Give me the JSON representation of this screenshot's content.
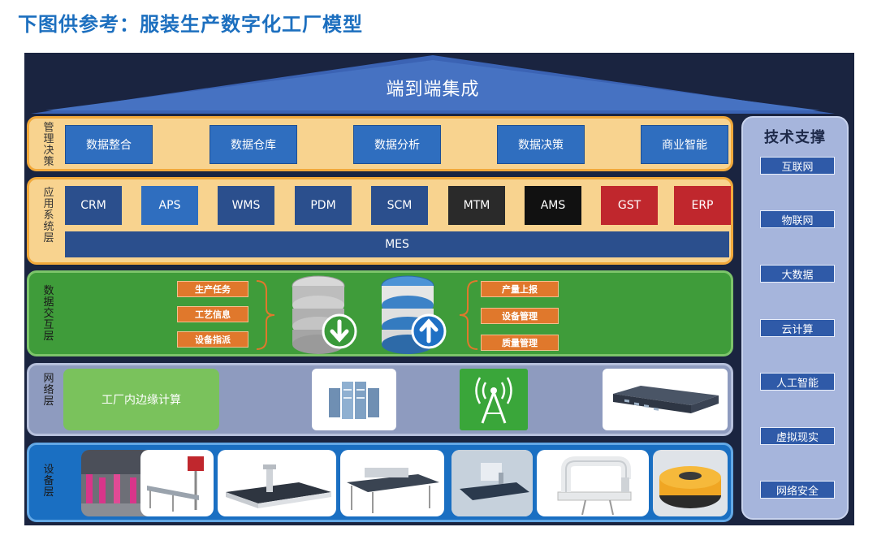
{
  "title": "下图供参考：服装生产数字化工厂模型",
  "roof": {
    "label": "端到端集成"
  },
  "layers": {
    "management": {
      "label": "管理决策",
      "items": [
        "数据整合",
        "数据仓库",
        "数据分析",
        "数据决策",
        "商业智能"
      ]
    },
    "application": {
      "label": "应用系统层",
      "items": [
        "CRM",
        "APS",
        "WMS",
        "PDM",
        "SCM",
        "MTM",
        "AMS",
        "GST",
        "ERP"
      ],
      "mes": "MES"
    },
    "data_exchange": {
      "label": "数据交互层",
      "left_tags": [
        "生产任务",
        "工艺信息",
        "设备指派"
      ],
      "right_tags": [
        "产量上报",
        "设备管理",
        "质量管理"
      ]
    },
    "network": {
      "label": "网络层",
      "edge": "工厂内边缘计算"
    },
    "device": {
      "label": "设备层"
    }
  },
  "tech_support": {
    "title": "技术支撑",
    "items": [
      "互联网",
      "物联网",
      "大数据",
      "云计算",
      "人工智能",
      "虚拟现实",
      "网络安全"
    ]
  },
  "colors": {
    "title_blue": "#1c6fbf",
    "panel": "#1a2440",
    "orange_layer": "#f8d38f",
    "green_layer": "#3f9c3a",
    "network_layer": "#8e9bbf",
    "device_layer": "#1a6fc2",
    "mtm_ams": "#1f1f1f",
    "gst_erp": "#c0272d",
    "tag_orange": "#e0782c"
  }
}
